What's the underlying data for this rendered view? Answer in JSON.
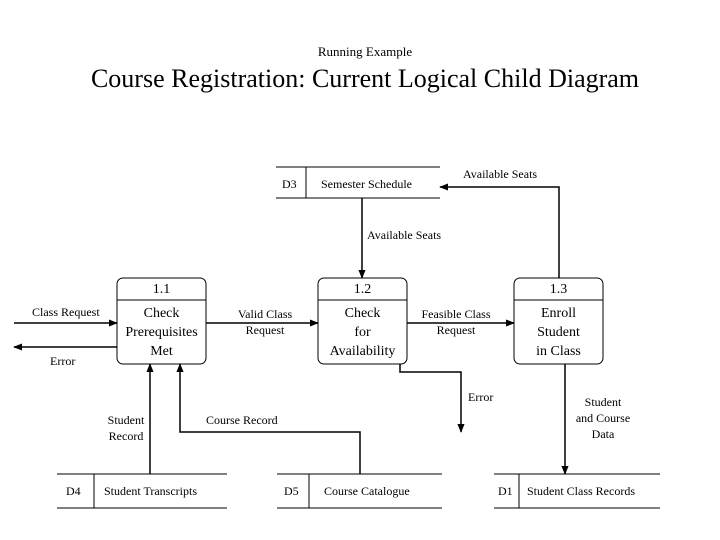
{
  "header": {
    "subtitle": "Running Example",
    "title": "Course Registration: Current Logical Child Diagram"
  },
  "processes": [
    {
      "id": "1.1",
      "name": [
        "Check",
        "Prerequisites",
        "Met"
      ]
    },
    {
      "id": "1.2",
      "name": [
        "Check",
        "for",
        "Availability"
      ]
    },
    {
      "id": "1.3",
      "name": [
        "Enroll",
        "Student",
        "in Class"
      ]
    }
  ],
  "data_stores": [
    {
      "id": "D3",
      "name": "Semester Schedule"
    },
    {
      "id": "D4",
      "name": "Student Transcripts"
    },
    {
      "id": "D5",
      "name": "Course Catalogue"
    },
    {
      "id": "D1",
      "name": "Student Class Records"
    }
  ],
  "flows": {
    "class_request": "Class Request",
    "error_out": "Error",
    "valid_class_request": [
      "Valid Class",
      "Request"
    ],
    "feasible_class_request": [
      "Feasible Class",
      "Request"
    ],
    "available_seats_down": "Available Seats",
    "available_seats_up": "Available Seats",
    "student_record": [
      "Student",
      "Record"
    ],
    "course_record": "Course Record",
    "error_down": "Error",
    "student_course_data": [
      "Student",
      "and Course",
      "Data"
    ]
  }
}
